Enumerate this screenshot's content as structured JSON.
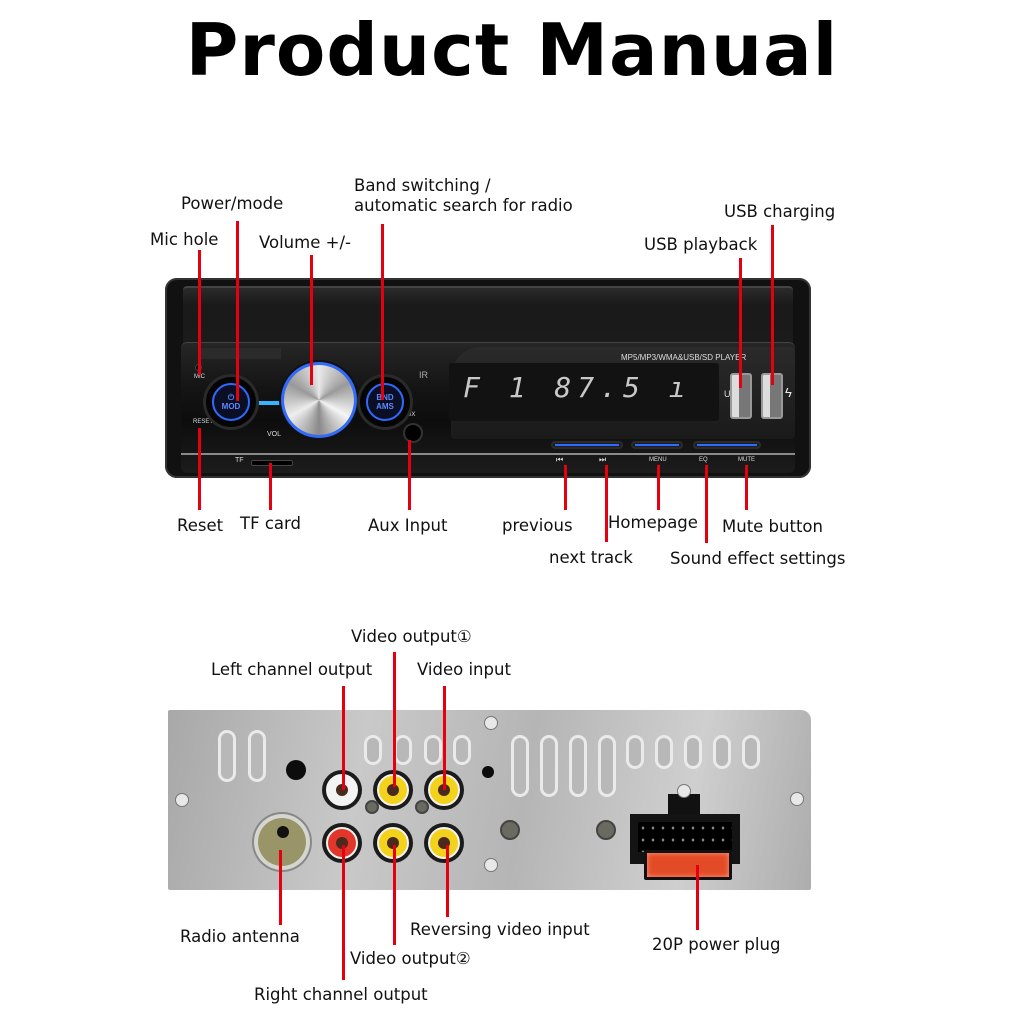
{
  "title": "Product Manual",
  "front_panel": {
    "device_text": {
      "model": "MP5/MP3/WMA&USB/SD PLAYER",
      "display": "F 1  87.5   ı",
      "mic": "MIC",
      "reset": "RESET",
      "vol": "VOL",
      "aux": "AUX",
      "tf": "TF",
      "ir": "IR",
      "mod_btn": "MOD",
      "bnd_btn_top": "BND",
      "bnd_btn_bottom": "AMS",
      "usb_u": "U",
      "prev_glyph": "⏮",
      "next_glyph": "⏭",
      "menu": "MENU",
      "eq": "EQ",
      "mute": "MUTE"
    },
    "callouts_top": [
      {
        "id": "mic-hole",
        "label": "Mic hole"
      },
      {
        "id": "power-mode",
        "label": "Power/mode"
      },
      {
        "id": "volume",
        "label": "Volume +/-"
      },
      {
        "id": "band-switching",
        "label_line1": "Band switching /",
        "label_line2": "automatic search for radio"
      },
      {
        "id": "usb-playback",
        "label": "USB playback"
      },
      {
        "id": "usb-charging",
        "label": "USB charging"
      }
    ],
    "callouts_bottom": [
      {
        "id": "reset",
        "label": "Reset"
      },
      {
        "id": "tf-card",
        "label": "TF card"
      },
      {
        "id": "aux-input",
        "label": "Aux Input"
      },
      {
        "id": "previous",
        "label": "previous"
      },
      {
        "id": "next-track",
        "label": "next track"
      },
      {
        "id": "homepage",
        "label": "Homepage"
      },
      {
        "id": "sound-effect",
        "label": "Sound effect settings"
      },
      {
        "id": "mute",
        "label": "Mute button"
      }
    ]
  },
  "rear_panel": {
    "callouts_top": [
      {
        "id": "video-output-1",
        "label": "Video output①"
      },
      {
        "id": "left-channel",
        "label": "Left channel output"
      },
      {
        "id": "video-input",
        "label": "Video input"
      }
    ],
    "callouts_bottom": [
      {
        "id": "radio-antenna",
        "label": "Radio antenna"
      },
      {
        "id": "reversing-video",
        "label": "Reversing video input"
      },
      {
        "id": "video-output-2",
        "label": "Video output②"
      },
      {
        "id": "right-channel",
        "label": "Right channel output"
      },
      {
        "id": "power-plug",
        "label": "20P power plug"
      }
    ],
    "jack_colors": {
      "left_channel": "#f3f3f3",
      "right_channel": "#e2362b",
      "video": "#f2d21a"
    }
  },
  "colors": {
    "callout_line": "#e4000f",
    "button_accent": "#2f6bff",
    "glow": "#37b3ff"
  }
}
